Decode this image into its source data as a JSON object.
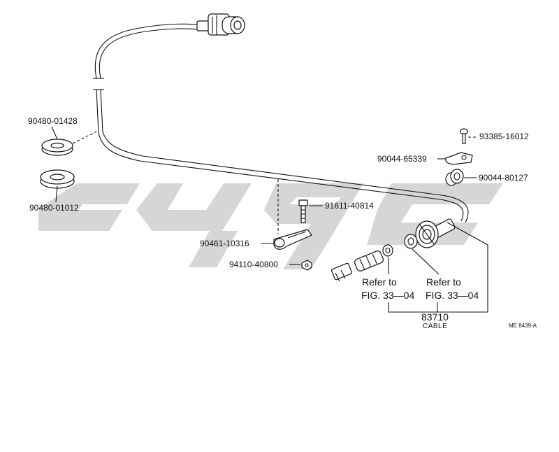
{
  "watermark": {
    "text": "cy9c",
    "color": "#d4d4d4"
  },
  "parts": {
    "grommet_upper": "90480-01428",
    "grommet_lower": "90480-01012",
    "bolt_91611": "91611-40814",
    "clamp_90461": "90461-10316",
    "nut_94110": "94110-40800",
    "screw_93385": "93385-16012",
    "clamp_90044_65339": "90044-65339",
    "grommet_90044_80127": "90044-80127"
  },
  "refer_left": {
    "line1": "Refer to",
    "line2": "FIG. 33—04"
  },
  "refer_right": {
    "line1": "Refer to",
    "line2": "FIG. 33—04"
  },
  "assembly": {
    "number": "83710",
    "name": "CABLE"
  },
  "figure_code": "ME 8439-A"
}
